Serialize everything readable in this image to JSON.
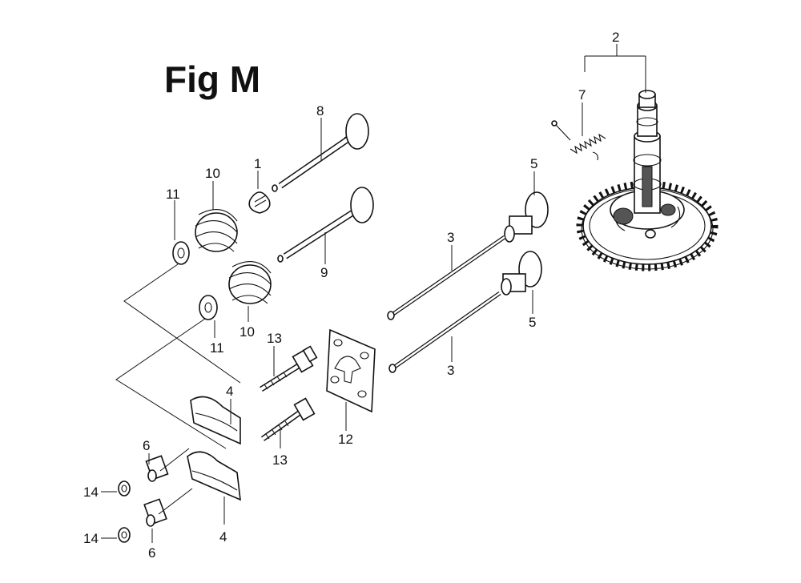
{
  "figure": {
    "title": "Fig M"
  },
  "callouts": [
    {
      "id": "c2",
      "label": "2"
    },
    {
      "id": "c7",
      "label": "7"
    },
    {
      "id": "c8",
      "label": "8"
    },
    {
      "id": "c1",
      "label": "1"
    },
    {
      "id": "c10a",
      "label": "10"
    },
    {
      "id": "c11a",
      "label": "11"
    },
    {
      "id": "c9",
      "label": "9"
    },
    {
      "id": "c5a",
      "label": "5"
    },
    {
      "id": "c3a",
      "label": "3"
    },
    {
      "id": "c10b",
      "label": "10"
    },
    {
      "id": "c11b",
      "label": "11"
    },
    {
      "id": "c5b",
      "label": "5"
    },
    {
      "id": "c3b",
      "label": "3"
    },
    {
      "id": "c13a",
      "label": "13"
    },
    {
      "id": "c4a",
      "label": "4"
    },
    {
      "id": "c12",
      "label": "12"
    },
    {
      "id": "c6a",
      "label": "6"
    },
    {
      "id": "c13b",
      "label": "13"
    },
    {
      "id": "c14a",
      "label": "14"
    },
    {
      "id": "c14b",
      "label": "14"
    },
    {
      "id": "c4b",
      "label": "4"
    },
    {
      "id": "c6b",
      "label": "6"
    }
  ]
}
